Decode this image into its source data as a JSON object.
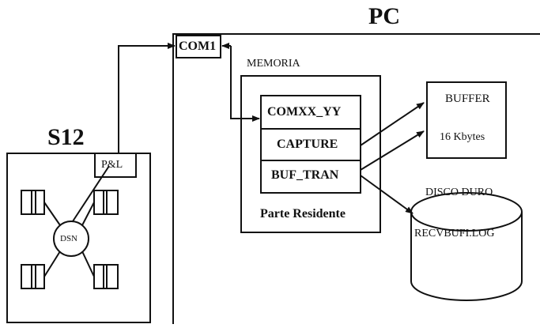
{
  "pc": {
    "title": "PC",
    "com_port": "COM1"
  },
  "memory": {
    "title": "MEMORIA",
    "modules": [
      "COMXX_YY",
      "CAPTURE",
      "BUF_TRAN"
    ],
    "resident_label": "Parte Residente"
  },
  "buffer": {
    "title": "BUFFER",
    "size": "16 Kbytes"
  },
  "disk": {
    "title": "DISCO DURO",
    "file": "RECVBUFI.LOG"
  },
  "s12": {
    "title": "S12",
    "port": "P&L",
    "hub": "DSN"
  }
}
